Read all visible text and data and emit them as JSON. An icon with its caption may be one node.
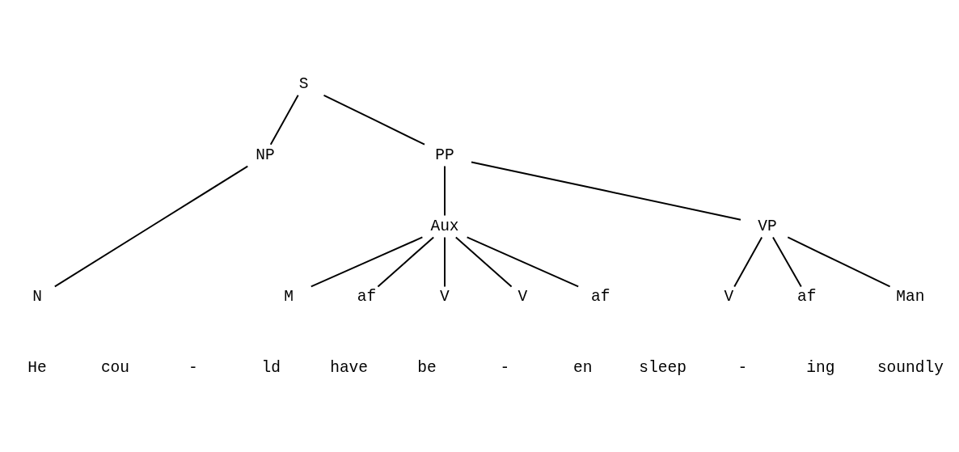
{
  "diagram": {
    "nodes": [
      {
        "text": [
          "S"
        ]
      },
      {
        "text": [
          "NP"
        ]
      },
      {
        "text": [
          "PP"
        ]
      },
      {
        "text": [
          "Aux"
        ]
      },
      {
        "text": [
          "VP"
        ]
      },
      {
        "text": [
          "N"
        ]
      },
      {
        "text": [
          "M"
        ]
      },
      {
        "text": [
          "af"
        ]
      },
      {
        "text": [
          "V"
        ]
      },
      {
        "text": [
          "V"
        ]
      },
      {
        "text": [
          "af"
        ]
      },
      {
        "text": [
          "V"
        ]
      },
      {
        "text": [
          "af"
        ]
      },
      {
        "text": [
          "Man"
        ]
      }
    ],
    "edges": [
      {
        "from": 0,
        "to": 1,
        "arrow": "none"
      },
      {
        "from": 0,
        "to": 2,
        "arrow": "none"
      },
      {
        "from": 1,
        "to": 5,
        "arrow": "none"
      },
      {
        "from": 2,
        "to": 3,
        "arrow": "none"
      },
      {
        "from": 2,
        "to": 4,
        "arrow": "none"
      },
      {
        "from": 3,
        "to": 6,
        "arrow": "none"
      },
      {
        "from": 3,
        "to": 7,
        "arrow": "none"
      },
      {
        "from": 3,
        "to": 8,
        "arrow": "none"
      },
      {
        "from": 3,
        "to": 9,
        "arrow": "none"
      },
      {
        "from": 3,
        "to": 10,
        "arrow": "none"
      },
      {
        "from": 4,
        "to": 11,
        "arrow": "none"
      },
      {
        "from": 4,
        "to": 12,
        "arrow": "none"
      },
      {
        "from": 4,
        "to": 13,
        "arrow": "none"
      }
    ],
    "labels": [
      "He",
      "cou",
      "-",
      "ld",
      "have",
      "be",
      "-",
      "en",
      "sleep",
      "-",
      "ing",
      "soundly"
    ]
  }
}
